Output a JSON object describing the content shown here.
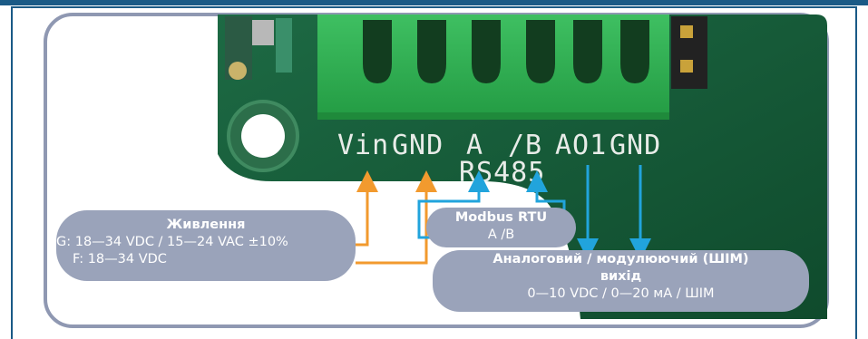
{
  "pin_labels": {
    "vin": "Vin",
    "gnd1": "GND",
    "a": "A",
    "b": "/B",
    "ao1": "AO1",
    "gnd2": "GND",
    "rs485": "RS485"
  },
  "power": {
    "title": "Живлення",
    "line1": "G: 18—34 VDC / 15—24 VAC ±10%",
    "line2": "F: 18—34 VDC"
  },
  "modbus": {
    "title": "Modbus RTU",
    "line1": "A /B"
  },
  "analog": {
    "title_line1": "Аналоговий / модулюючий (ШІМ)",
    "title_line2": "вихід",
    "line1": "0—10 VDC / 0—20 мА / ШІМ"
  },
  "colors": {
    "frame": "#1a5a86",
    "pcb": "#175c3a",
    "terminal": "#2fae4f",
    "label_box": "#9aa3ba",
    "power_arrow": "#f29a2e",
    "signal_arrow": "#21a4dc"
  }
}
